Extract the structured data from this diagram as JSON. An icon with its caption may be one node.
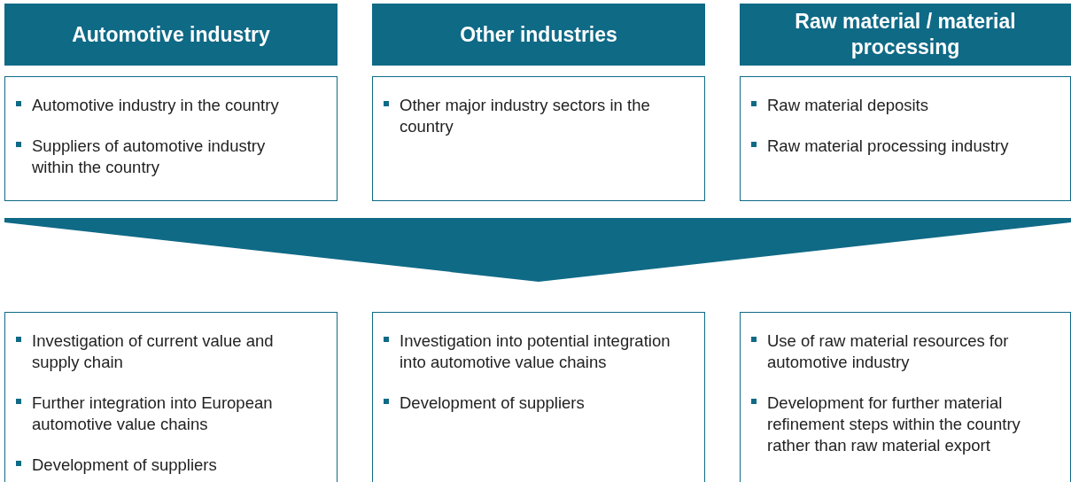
{
  "diagram": {
    "nodes": [
      {
        "text": [
          "Automotive industry"
        ]
      },
      {
        "text": [
          "Other industries"
        ]
      },
      {
        "text": [
          "Raw material / material processing"
        ]
      },
      {
        "text": [
          "Automotive industry in the country",
          "Suppliers of automotive industry within the country"
        ]
      },
      {
        "text": [
          "Other major industry sectors in the country"
        ]
      },
      {
        "text": [
          "Raw material deposits",
          "Raw material processing industry"
        ]
      },
      {
        "text": [],
        "shape": "chevron"
      },
      {
        "text": [
          "Investigation of current value and supply chain",
          "Further integration into European automotive value chains",
          "Development of suppliers"
        ]
      },
      {
        "text": [
          "Investigation into potential integration into automotive value chains",
          "Development of suppliers"
        ]
      },
      {
        "text": [
          "Use of raw material resources for automotive industry",
          "Development for further material refinement steps within the country rather than raw material export"
        ]
      }
    ]
  }
}
